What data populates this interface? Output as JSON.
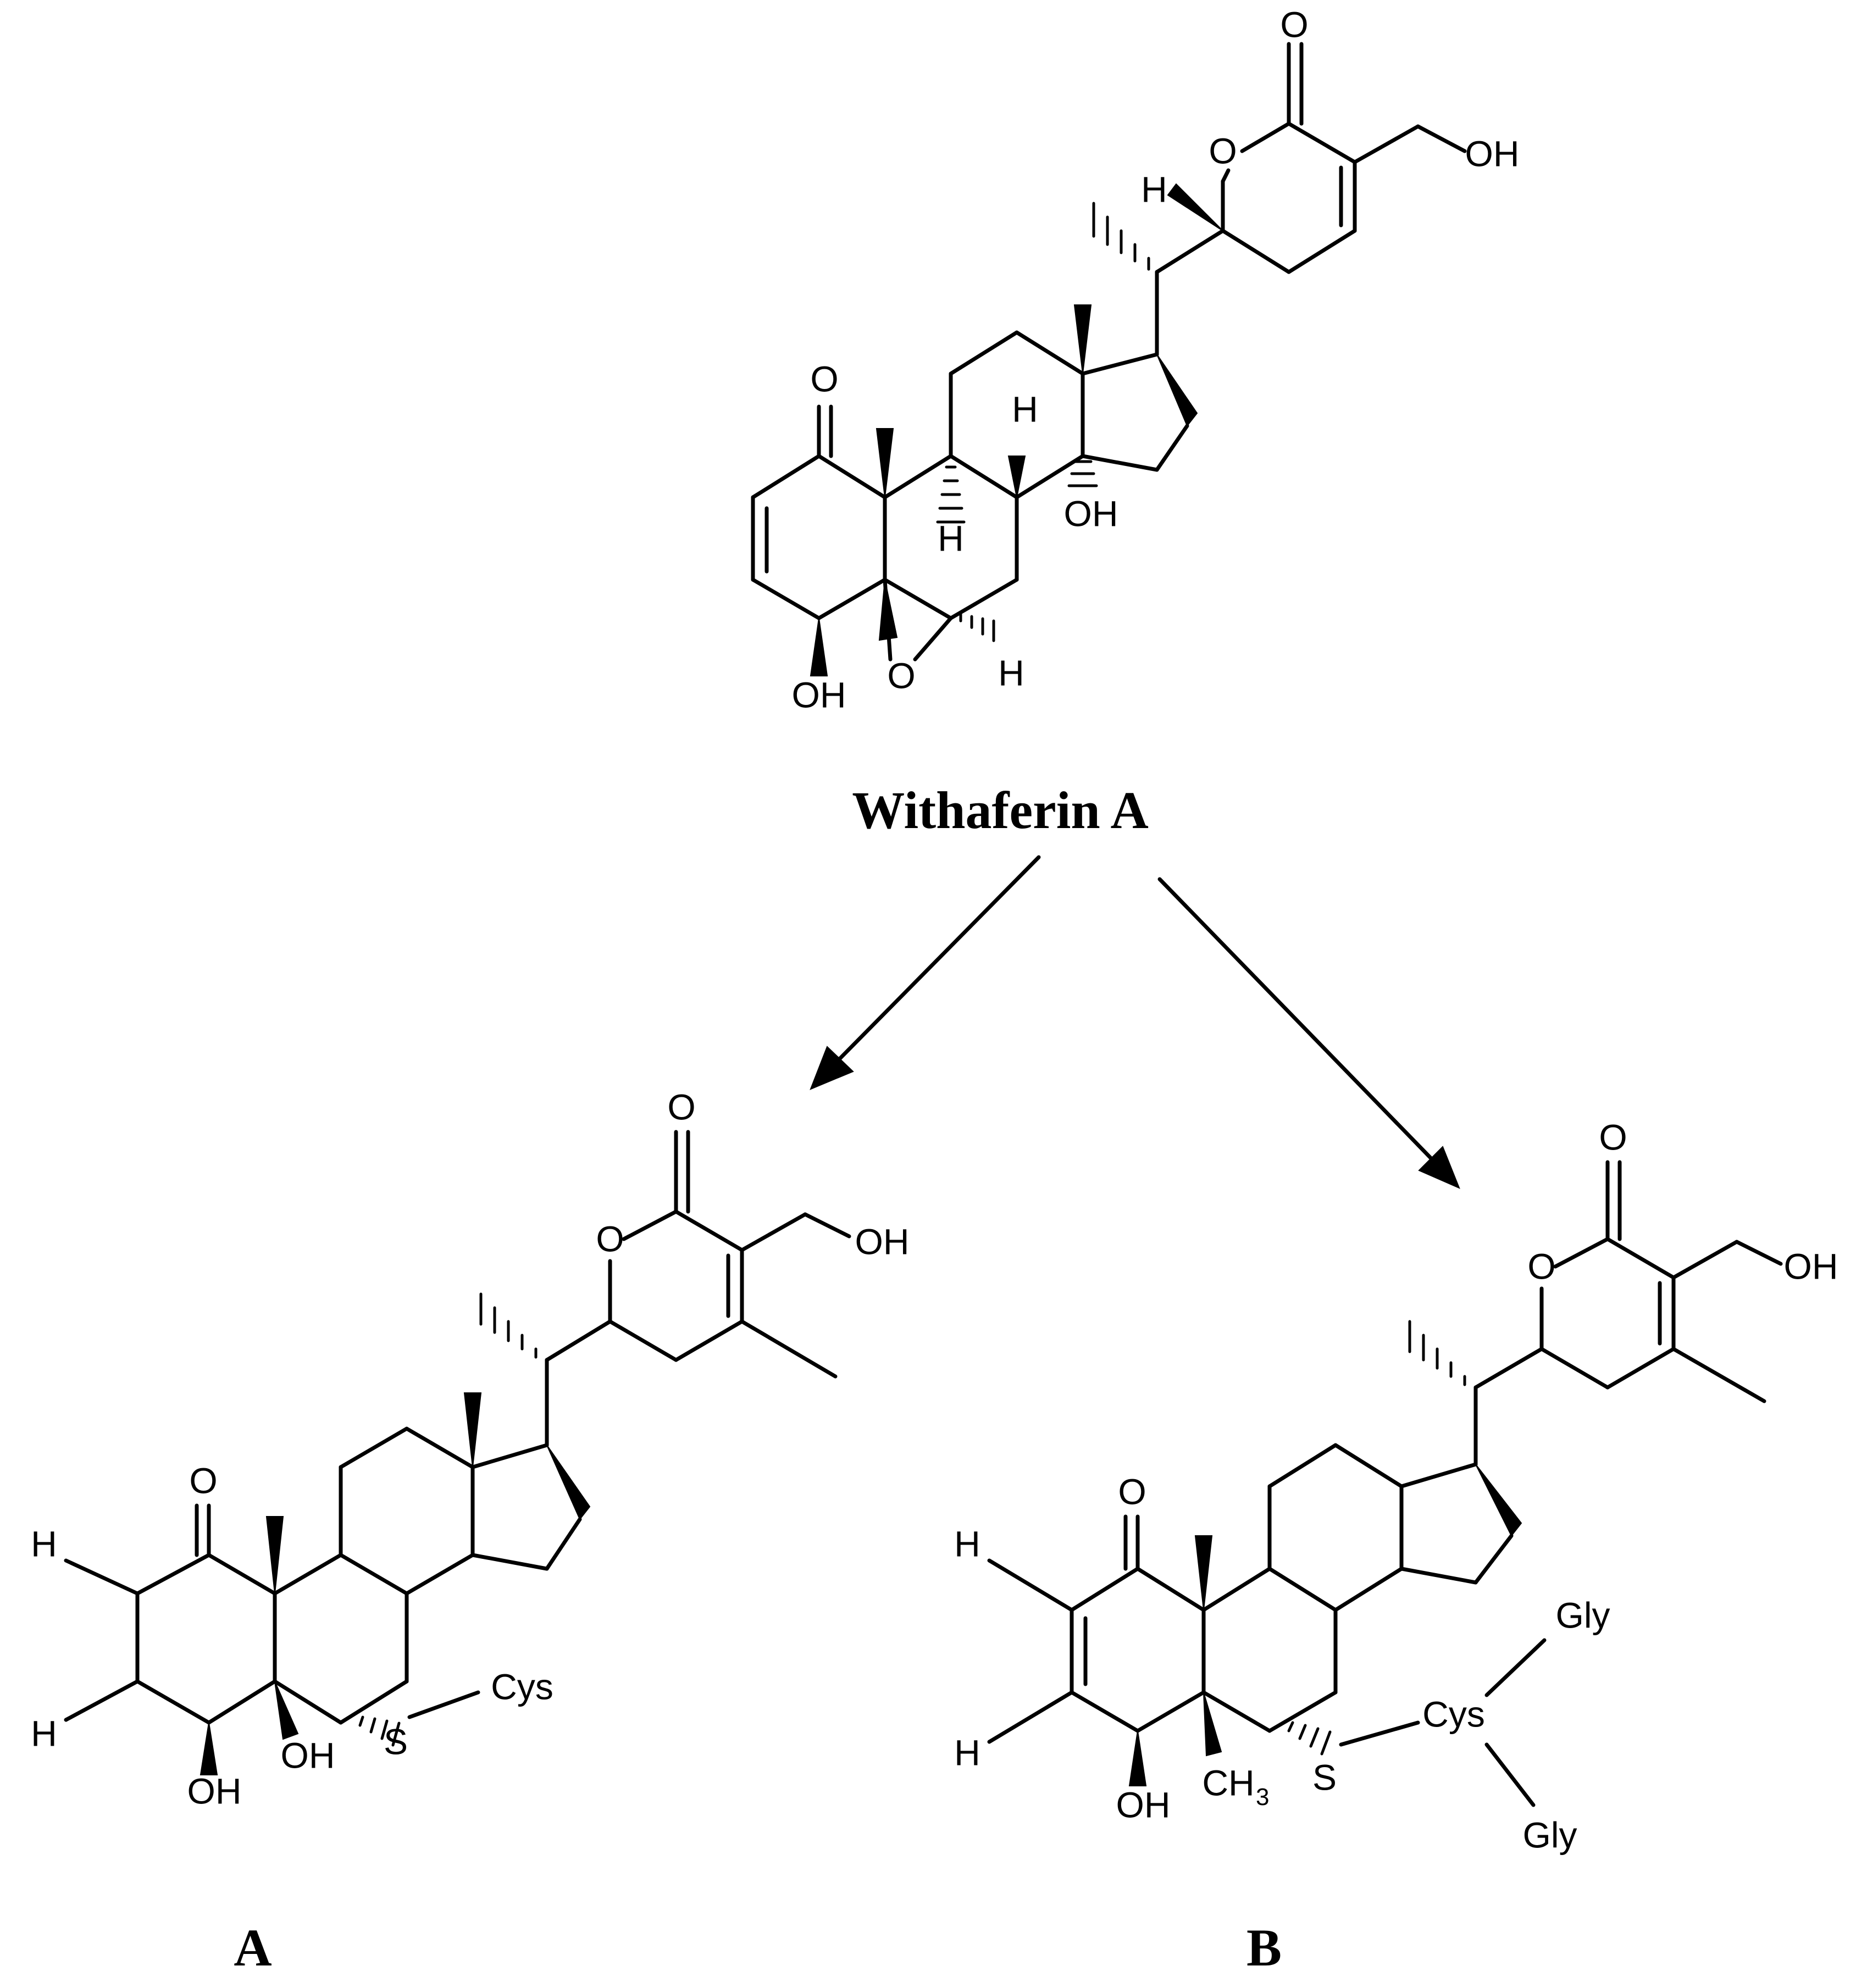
{
  "title": "Withaferin A",
  "label_a": "A",
  "label_b": "B",
  "atoms": {
    "O": "O",
    "OH": "OH",
    "H": "H",
    "S": "S",
    "Cys": "Cys",
    "Gly": "Gly",
    "CH": "CH",
    "three": "3"
  }
}
